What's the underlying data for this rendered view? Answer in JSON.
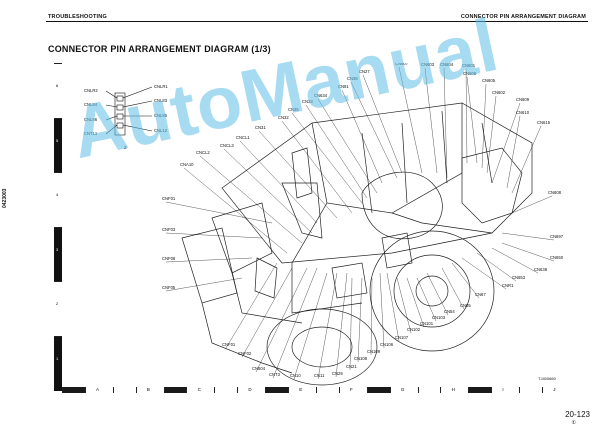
{
  "header": {
    "left": "TROUBLESHOOTING",
    "right": "CONNECTOR PIN ARRANGEMENT DIAGRAM"
  },
  "title": "CONNECTOR PIN ARRANGEMENT DIAGRAM (1/3)",
  "side_code": "0423003",
  "row_labels": [
    "6",
    "5",
    "4",
    "3",
    "2",
    "1"
  ],
  "col_labels": [
    "A",
    "B",
    "C",
    "D",
    "E",
    "F",
    "G",
    "H",
    "I",
    "J"
  ],
  "inset": {
    "left": [
      "CNLR2",
      "CNL84",
      "CNL86",
      "CNTL1"
    ],
    "right": [
      "CNLR1",
      "CNL83",
      "CNL85",
      "CNL12"
    ],
    "caption": "Z"
  },
  "connector_labels": [
    "CN607",
    "CN603",
    "CN604",
    "CN601",
    "CN27",
    "CN38",
    "CN606",
    "CN605",
    "CN602",
    "CN91",
    "CN634",
    "CN33",
    "CN35",
    "CN32",
    "CN31",
    "CNCL1",
    "CNCL3",
    "CNCL2",
    "CNA10",
    "CN609",
    "CN610",
    "CN615",
    "CN608",
    "CNF01",
    "CNF03",
    "CNF06",
    "CNF05",
    "CN697",
    "CN650",
    "CN638",
    "CN653",
    "CNR1",
    "CN67",
    "CN05",
    "CN54",
    "CN103",
    "CN101",
    "CN102",
    "CN107",
    "CN106",
    "CN109",
    "CN108",
    "CN21",
    "CN29",
    "CN11",
    "CN10",
    "CNT3",
    "CN604",
    "CNF02",
    "CNF01"
  ],
  "figure_ref": "TJ400660",
  "page_number": "20-123",
  "page_sub": "①",
  "watermark": "AutoManual"
}
